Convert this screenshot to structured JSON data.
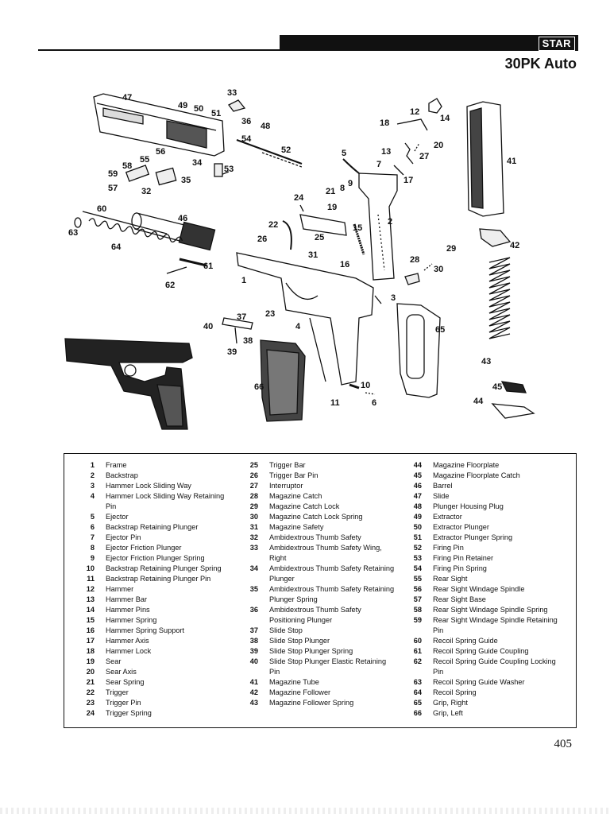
{
  "header": {
    "brand": "STAR",
    "model": "30PK Auto"
  },
  "diagram": {
    "callouts": [
      "47",
      "33",
      "49",
      "50",
      "51",
      "36",
      "48",
      "54",
      "52",
      "56",
      "55",
      "58",
      "34",
      "53",
      "59",
      "57",
      "32",
      "35",
      "60",
      "46",
      "63",
      "64",
      "61",
      "62",
      "18",
      "12",
      "14",
      "20",
      "13",
      "27",
      "7",
      "17",
      "5",
      "21",
      "8",
      "9",
      "41",
      "24",
      "19",
      "22",
      "15",
      "2",
      "26",
      "25",
      "42",
      "31",
      "29",
      "28",
      "16",
      "30",
      "1",
      "3",
      "37",
      "23",
      "4",
      "65",
      "40",
      "38",
      "39",
      "43",
      "66",
      "10",
      "45",
      "11",
      "6",
      "44"
    ]
  },
  "legend": {
    "columns": [
      [
        {
          "num": "1",
          "name": "Frame"
        },
        {
          "num": "2",
          "name": "Backstrap"
        },
        {
          "num": "3",
          "name": "Hammer Lock Sliding Way"
        },
        {
          "num": "4",
          "name": "Hammer Lock Sliding Way Retaining Pin"
        },
        {
          "num": "5",
          "name": "Ejector"
        },
        {
          "num": "6",
          "name": "Backstrap Retaining Plunger"
        },
        {
          "num": "7",
          "name": "Ejector Pin"
        },
        {
          "num": "8",
          "name": "Ejector Friction Plunger"
        },
        {
          "num": "9",
          "name": "Ejector Friction Plunger Spring"
        },
        {
          "num": "10",
          "name": "Backstrap Retaining Plunger Spring"
        },
        {
          "num": "11",
          "name": "Backstrap Retaining Plunger Pin"
        },
        {
          "num": "12",
          "name": "Hammer"
        },
        {
          "num": "13",
          "name": "Hammer Bar"
        },
        {
          "num": "14",
          "name": "Hammer Pins"
        },
        {
          "num": "15",
          "name": "Hammer Spring"
        },
        {
          "num": "16",
          "name": "Hammer Spring Support"
        },
        {
          "num": "17",
          "name": "Hammer Axis"
        },
        {
          "num": "18",
          "name": "Hammer Lock"
        },
        {
          "num": "19",
          "name": "Sear"
        },
        {
          "num": "20",
          "name": "Sear Axis"
        },
        {
          "num": "21",
          "name": "Sear Spring"
        },
        {
          "num": "22",
          "name": "Trigger"
        },
        {
          "num": "23",
          "name": "Trigger Pin"
        },
        {
          "num": "24",
          "name": "Trigger Spring"
        }
      ],
      [
        {
          "num": "25",
          "name": "Trigger Bar"
        },
        {
          "num": "26",
          "name": "Trigger Bar Pin"
        },
        {
          "num": "27",
          "name": "Interruptor"
        },
        {
          "num": "28",
          "name": "Magazine Catch"
        },
        {
          "num": "29",
          "name": "Magazine Catch Lock"
        },
        {
          "num": "30",
          "name": "Magazine Catch Lock Spring"
        },
        {
          "num": "31",
          "name": "Magazine Safety"
        },
        {
          "num": "32",
          "name": "Ambidextrous Thumb Safety"
        },
        {
          "num": "33",
          "name": "Ambidextrous Thumb Safety Wing, Right"
        },
        {
          "num": "34",
          "name": "Ambidextrous Thumb Safety Retaining Plunger"
        },
        {
          "num": "35",
          "name": "Ambidextrous Thumb Safety Retaining Plunger Spring"
        },
        {
          "num": "36",
          "name": "Ambidextrous Thumb Safety Positioning Plunger"
        },
        {
          "num": "37",
          "name": "Slide Stop"
        },
        {
          "num": "38",
          "name": "Slide Stop Plunger"
        },
        {
          "num": "39",
          "name": "Slide Stop Plunger Spring"
        },
        {
          "num": "40",
          "name": "Slide Stop Plunger Elastic Retaining Pin"
        },
        {
          "num": "41",
          "name": "Magazine Tube"
        },
        {
          "num": "42",
          "name": "Magazine Follower"
        },
        {
          "num": "43",
          "name": "Magazine Follower Spring"
        }
      ],
      [
        {
          "num": "44",
          "name": "Magazine Floorplate"
        },
        {
          "num": "45",
          "name": "Magazine Floorplate Catch"
        },
        {
          "num": "46",
          "name": "Barrel"
        },
        {
          "num": "47",
          "name": "Slide"
        },
        {
          "num": "48",
          "name": "Plunger Housing Plug"
        },
        {
          "num": "49",
          "name": "Extractor"
        },
        {
          "num": "50",
          "name": "Extractor Plunger"
        },
        {
          "num": "51",
          "name": "Extractor Plunger Spring"
        },
        {
          "num": "52",
          "name": "Firing Pin"
        },
        {
          "num": "53",
          "name": "Firing Pin Retainer"
        },
        {
          "num": "54",
          "name": "Firing Pin Spring"
        },
        {
          "num": "55",
          "name": "Rear Sight"
        },
        {
          "num": "56",
          "name": "Rear Sight Windage Spindle"
        },
        {
          "num": "57",
          "name": "Rear Sight Base"
        },
        {
          "num": "58",
          "name": "Rear Sight Windage Spindle Spring"
        },
        {
          "num": "59",
          "name": "Rear Sight Windage Spindle Retaining Pin"
        },
        {
          "num": "60",
          "name": "Recoil Spring Guide"
        },
        {
          "num": "61",
          "name": "Recoil Spring Guide Coupling"
        },
        {
          "num": "62",
          "name": "Recoil Spring Guide Coupling Locking Pin"
        },
        {
          "num": "63",
          "name": "Recoil Spring Guide Washer"
        },
        {
          "num": "64",
          "name": "Recoil Spring"
        },
        {
          "num": "65",
          "name": "Grip, Right"
        },
        {
          "num": "66",
          "name": "Grip, Left"
        }
      ]
    ]
  },
  "footer": {
    "page_number": "405"
  }
}
